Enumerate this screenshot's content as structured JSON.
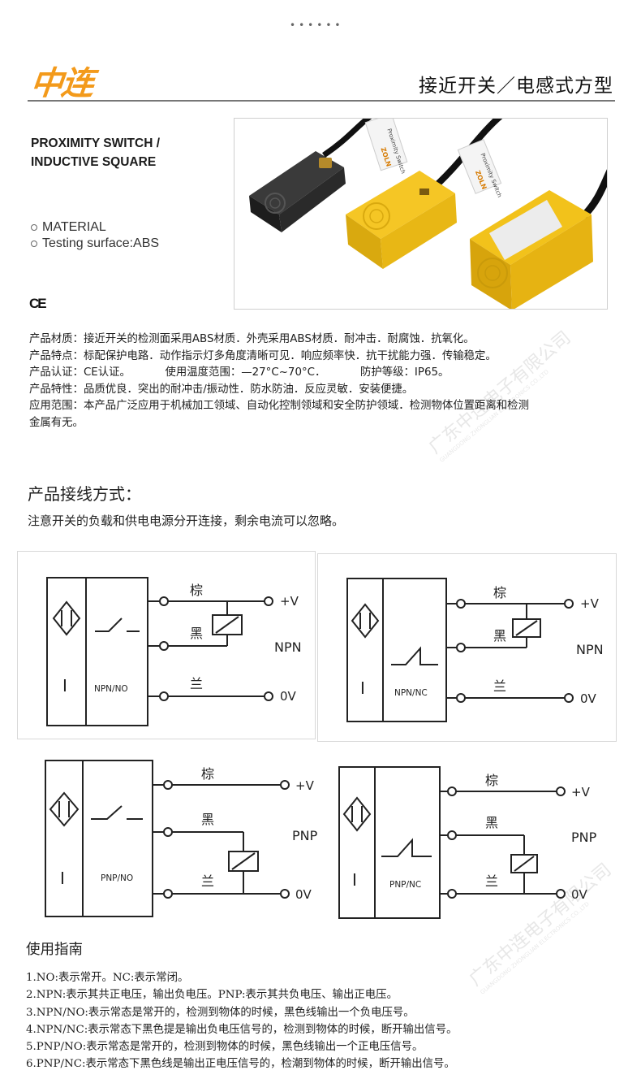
{
  "header": {
    "logo": "中连",
    "title": "接近开关／电感式方型",
    "dots": "••••••"
  },
  "product": {
    "en_title_line1": "PROXIMITY SWITCH /",
    "en_title_line2": "INDUCTIVE SQUARE",
    "specs": [
      "MATERIAL",
      "Testing surface:ABS"
    ],
    "cert_mark": "CE",
    "label_brand": "ZOLN",
    "label_text": "Proximity Switch"
  },
  "description": [
    "产品材质：接近开关的检测面采用ABS材质．外壳采用ABS材质．耐冲击．耐腐蚀．抗氧化。",
    "产品特点：标配保护电路．动作指示灯多角度清晰可见．响应频率快．抗干扰能力强．传输稳定。",
    "产品认证：CE认证。          使用温度范围：—27°C~70°C．          防护等级：IP65。",
    "产品特性：品质优良．突出的耐冲击/振动性．防水防油．反应灵敏．安装便捷。",
    "应用范围：本产品广泛应用于机械加工领域、自动化控制领域和安全防护领域．检测物体位置距离和检测",
    "金属有无。"
  ],
  "wiring": {
    "title": "产品接线方式：",
    "note": "注意开关的负载和供电电源分开连接，剩余电流可以忽略。",
    "wire_brown": "棕",
    "wire_black": "黑",
    "wire_blue": "兰",
    "plus_v": "+V",
    "zero_v": "0V",
    "output_symbol": "I",
    "diagrams": [
      {
        "mode": "NPN/NO",
        "type": "NPN"
      },
      {
        "mode": "NPN/NC",
        "type": "NPN"
      },
      {
        "mode": "PNP/NO",
        "type": "PNP"
      },
      {
        "mode": "PNP/NC",
        "type": "PNP"
      }
    ]
  },
  "guide": {
    "title": "使用指南",
    "items": [
      "1.NO:表示常开。NC:表示常闭。",
      "2.NPN:表示其共正电压，输出负电压。PNP:表示其共负电压、输出正电压。",
      "3.NPN/NO:表示常态是常开的，检测到物体的时候，黑色线输出一个负电压号。",
      "4.NPN/NC:表示常态下黑色提是输出负电压信号的，检测到物体的时候，断开输出信号。",
      "5.PNP/NO:表示常态是常开的，检测到物体的时候，黑色线输出一个正电压信号。",
      "6.PNP/NC:表示常态下黑色线是输出正电压信号的，检潮到物体的时候，断开输出信号。"
    ]
  },
  "watermark": {
    "cn": "广东中连电子有限公司",
    "en": "GUANGDONG ZHONGLIAN ELECTRONICS CO.,LTD"
  },
  "colors": {
    "brand_orange": "#f39a1b",
    "sensor_yellow": "#f2c21b",
    "sensor_black": "#2a2a2a",
    "line": "#222222"
  }
}
